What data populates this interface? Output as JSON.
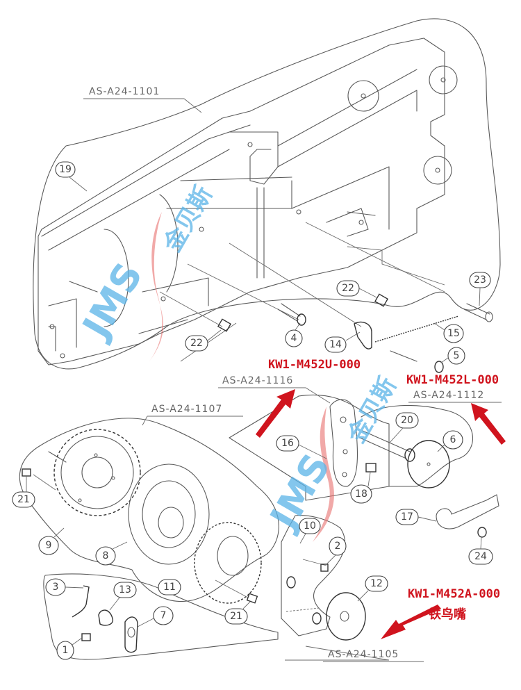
{
  "diagram": {
    "type": "exploded parts diagram",
    "assemblies": [
      {
        "id": "AS-A24-1101"
      },
      {
        "id": "AS-A24-1116"
      },
      {
        "id": "AS-A24-1112"
      },
      {
        "id": "AS-A24-1107"
      },
      {
        "id": "AS-A24-1105"
      }
    ],
    "part_callouts": [
      "1",
      "2",
      "3",
      "4",
      "5",
      "6",
      "7",
      "8",
      "9",
      "10",
      "11",
      "12",
      "13",
      "14",
      "15",
      "16",
      "17",
      "18",
      "19",
      "20",
      "21",
      "21",
      "22",
      "22",
      "23",
      "24"
    ],
    "annotations": [
      {
        "text": "KW1-M452U-000",
        "color": "#d0141e",
        "points_to": "AS-A24-1116"
      },
      {
        "text": "KW1-M452L-000",
        "color": "#d0141e",
        "points_to": "AS-A24-1112"
      },
      {
        "text": "KW1-M452A-000",
        "color": "#d0141e",
        "subtext": "铁鸟嘴",
        "points_to": "AS-A24-1105"
      }
    ],
    "watermark": {
      "text": "JMS",
      "subtext": "金贝斯",
      "colors": [
        "#5ab4e8",
        "#e8706e"
      ]
    }
  }
}
